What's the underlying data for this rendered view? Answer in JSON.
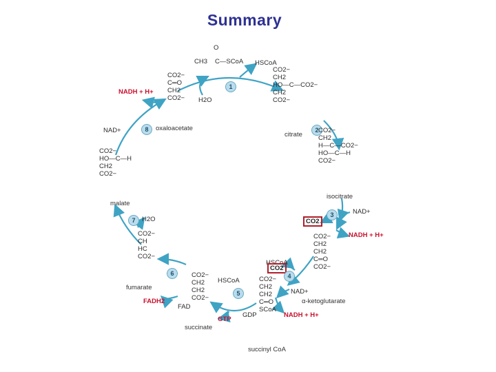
{
  "title": "Summary",
  "steps": [
    "1",
    "2",
    "3",
    "4",
    "5",
    "6",
    "7",
    "8"
  ],
  "acetyl": {
    "o": "O",
    "ch3": "CH3",
    "sc": "C—SCoA"
  },
  "cofactors": {
    "hscoa_1": "HSCoA",
    "h2o_1": "H2O",
    "nad_3": "NAD+",
    "nadh_3": "NADH + H+",
    "co2_3": "CO2",
    "hscoa_4": "HSCoA",
    "co2_4": "CO2",
    "nad_4": "NAD+",
    "nadh_4": "NADH + H+",
    "hscoa_5": "HSCoA",
    "gdp_5": "GDP",
    "gtp_5": "GTP",
    "fad_6": "FAD",
    "fadh2_6": "FADH2",
    "h2o_7": "H2O",
    "nad_8": "NAD+",
    "nadh_8": "NADH + H+"
  },
  "structures": {
    "citrate": [
      "CO2−",
      "CH2",
      "HO—C—CO2−",
      "CH2",
      "CO2−"
    ],
    "isocitrate": [
      "CO2−",
      "CH2",
      "H—C—CO2−",
      "HO—C—H",
      "CO2−"
    ],
    "akg": [
      "CO2−",
      "CH2",
      "CH2",
      "C═O",
      "CO2−"
    ],
    "succinyl": [
      "CO2−",
      "CH2",
      "CH2",
      "C═O",
      "SCoA"
    ],
    "succinate": [
      "CO2−",
      "CH2",
      "CH2",
      "CO2−"
    ],
    "fumarate": [
      "CO2−",
      "CH",
      "HC",
      "CO2−"
    ],
    "malate": [
      "CO2−",
      "HO—C—H",
      "CH2",
      "CO2−"
    ],
    "oxaloacetate": [
      "CO2−",
      "C═O",
      "CH2",
      "CO2−"
    ]
  },
  "names": {
    "citrate": "citrate",
    "isocitrate": "isocitrate",
    "akg": "α-ketoglutarate",
    "succinyl": "succinyl CoA",
    "succinate": "succinate",
    "fumarate": "fumarate",
    "malate": "malate",
    "oxaloacetate": "oxaloacetate"
  },
  "colors": {
    "arrow": "#3fa3c4",
    "highlight": "#c8102e",
    "title": "#2e3192"
  }
}
